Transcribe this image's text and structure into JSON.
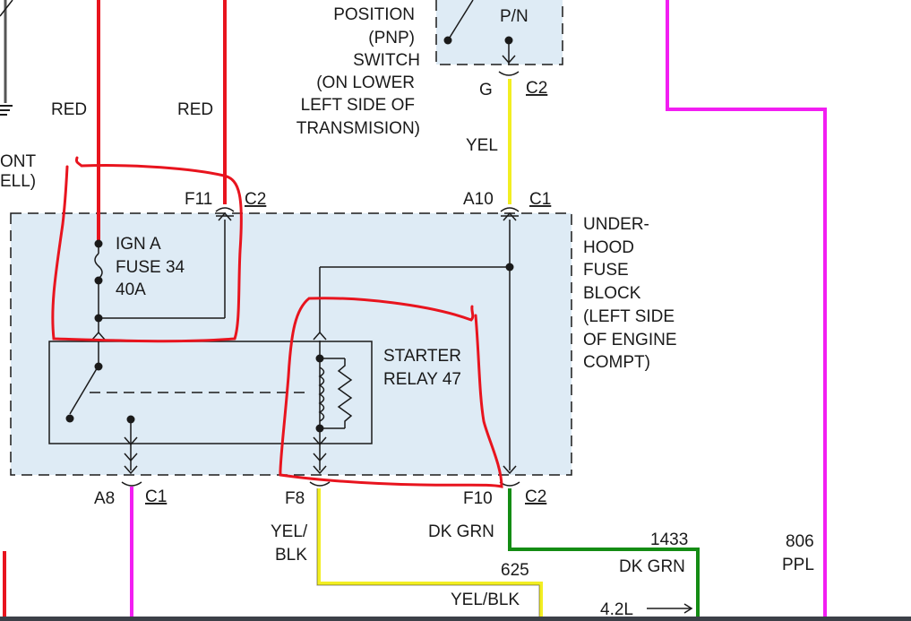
{
  "labels": {
    "red_left": "RED",
    "red_right": "RED",
    "front_l1": "ONT",
    "front_l2": "ELL)",
    "pnp_l1": "POSITION",
    "pnp_l2": "(PNP)",
    "pnp_l3": "SWITCH",
    "pnp_l4": "(ON LOWER",
    "pnp_l5": "LEFT SIDE OF",
    "pnp_l6": "TRANSMISION)",
    "pn": "P/N",
    "g_pin": "G",
    "g_conn": "C2",
    "yel_top": "YEL",
    "f11_pin": "F11",
    "f11_conn": "C2",
    "a10_pin": "A10",
    "a10_conn": "C1",
    "fb_l1": "UNDER-",
    "fb_l2": "HOOD",
    "fb_l3": "FUSE",
    "fb_l4": "BLOCK",
    "fb_l5": "(LEFT SIDE",
    "fb_l6": "OF ENGINE",
    "fb_l7": "COMPT)",
    "fuse_l1": "IGN A",
    "fuse_l2": "FUSE 34",
    "fuse_l3": "40A",
    "relay_l1": "STARTER",
    "relay_l2": "RELAY 47",
    "a8_pin": "A8",
    "a8_conn": "C1",
    "f8_pin": "F8",
    "f10_pin": "F10",
    "f10_conn": "C2",
    "yelblk_l1": "YEL/",
    "yelblk_l2": "BLK",
    "dkgrn_1": "DK GRN",
    "c625": "625",
    "yelblk_bottom": "YEL/BLK",
    "c1433": "1433",
    "dkgrn_2": "DK GRN",
    "c806": "806",
    "ppl": "PPL",
    "eng42": "4.2L"
  },
  "colors": {
    "red": "#e8141e",
    "yellow": "#f2ee22",
    "magenta": "#f21ef2",
    "green": "#148c14",
    "fuse_block_fill": "#deebf5",
    "annotation_red": "#e8141e",
    "black": "#1a1a1a"
  }
}
